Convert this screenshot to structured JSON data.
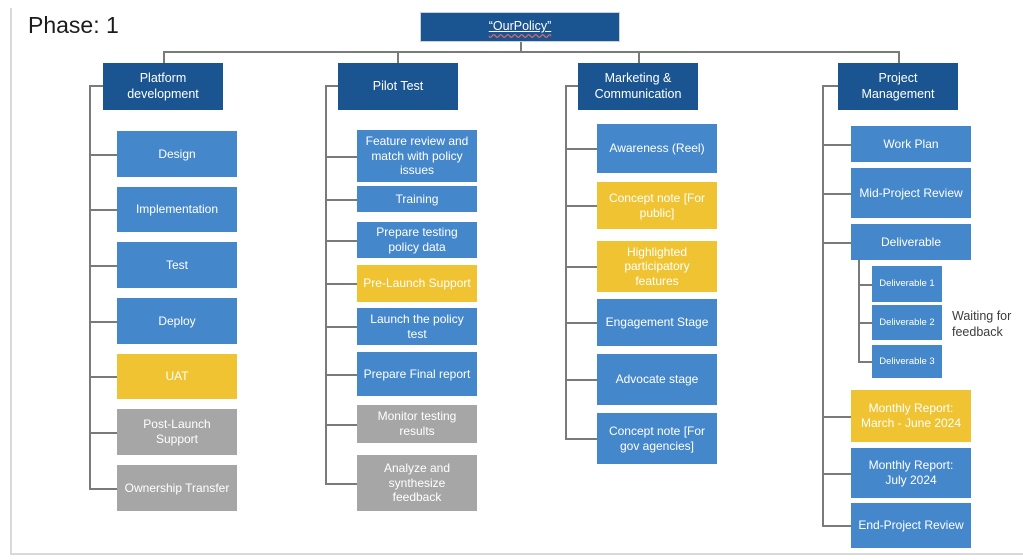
{
  "page": {
    "phase_label": "Phase: 1",
    "annotation": "Waiting for feedback"
  },
  "root": {
    "label": "“OurPolicy”"
  },
  "columns": [
    {
      "header": "Platform development",
      "items": [
        {
          "label": "Design",
          "color": "blue"
        },
        {
          "label": "Implementation",
          "color": "blue"
        },
        {
          "label": "Test",
          "color": "blue"
        },
        {
          "label": "Deploy",
          "color": "blue"
        },
        {
          "label": "UAT",
          "color": "yellow"
        },
        {
          "label": "Post-Launch Support",
          "color": "gray"
        },
        {
          "label": "Ownership Transfer",
          "color": "gray"
        }
      ]
    },
    {
      "header": "Pilot Test",
      "items": [
        {
          "label": "Feature review and match with policy issues",
          "color": "blue"
        },
        {
          "label": "Training",
          "color": "blue"
        },
        {
          "label": "Prepare testing policy data",
          "color": "blue"
        },
        {
          "label": "Pre-Launch Support",
          "color": "yellow"
        },
        {
          "label": "Launch the policy test",
          "color": "blue"
        },
        {
          "label": "Prepare Final report",
          "color": "blue"
        },
        {
          "label": "Monitor testing results",
          "color": "gray"
        },
        {
          "label": "Analyze and synthesize feedback",
          "color": "gray"
        }
      ]
    },
    {
      "header": "Marketing & Communication",
      "items": [
        {
          "label": "Awareness (Reel)",
          "color": "blue"
        },
        {
          "label": "Concept note [For public]",
          "color": "yellow"
        },
        {
          "label": "Highlighted participatory features",
          "color": "yellow"
        },
        {
          "label": "Engagement Stage",
          "color": "blue"
        },
        {
          "label": "Advocate stage",
          "color": "blue"
        },
        {
          "label": "Concept note [For gov agencies]",
          "color": "blue"
        }
      ]
    },
    {
      "header": "Project Management",
      "items": [
        {
          "label": "Work Plan",
          "color": "blue"
        },
        {
          "label": "Mid-Project Review",
          "color": "blue"
        },
        {
          "label": "Deliverable",
          "color": "blue"
        },
        {
          "label": "Monthly Report: March - June 2024",
          "color": "yellow"
        },
        {
          "label": "Monthly Report: July 2024",
          "color": "blue"
        },
        {
          "label": "End-Project Review",
          "color": "blue"
        }
      ],
      "sub_items": [
        {
          "label": "Deliverable 1",
          "color": "blue"
        },
        {
          "label": "Deliverable 2",
          "color": "blue"
        },
        {
          "label": "Deliverable 3",
          "color": "blue"
        }
      ]
    }
  ],
  "colors": {
    "header_blue": "#1a5591",
    "item_blue": "#4587cb",
    "item_yellow": "#f0c332",
    "item_gray": "#a6a6a6",
    "connector_gray": "#7a7a7a",
    "text_on_box": "#ffffff"
  }
}
